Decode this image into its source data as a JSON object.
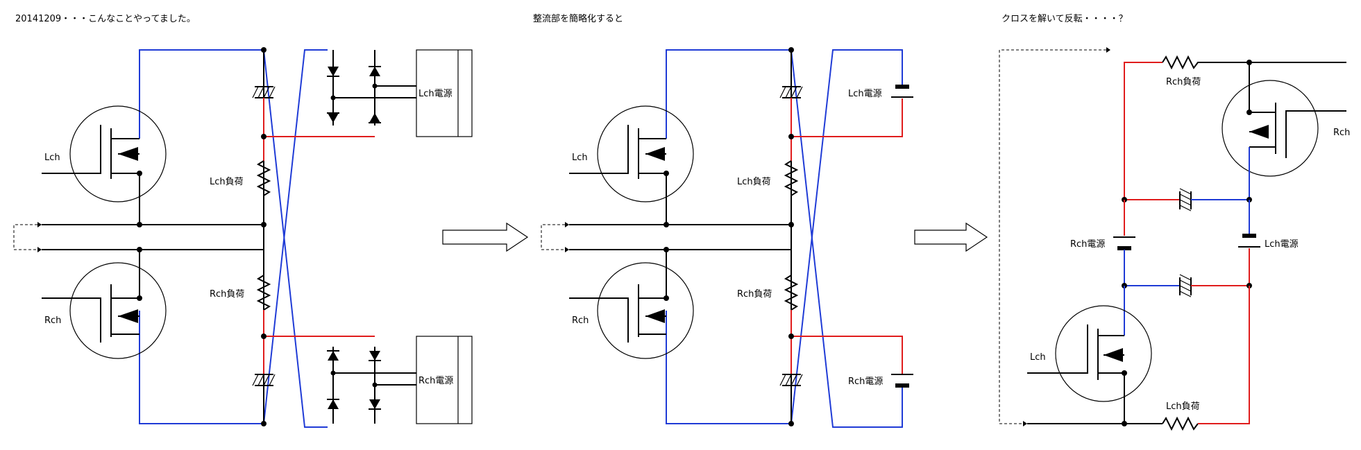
{
  "titles": {
    "left": "20141209・・・こんなことやってました。",
    "middle": "整流部を簡略化すると",
    "right": "クロスを解いて反転・・・・？"
  },
  "labels": {
    "lch": "Lch",
    "rch": "Rch",
    "lch_load": "Lch負荷",
    "rch_load": "Rch負荷",
    "lch_power": "Lch電源",
    "rch_power": "Rch電源"
  },
  "colors": {
    "wire_black": "#000000",
    "wire_blue": "#1f3bd6",
    "wire_red": "#e01c1c"
  }
}
